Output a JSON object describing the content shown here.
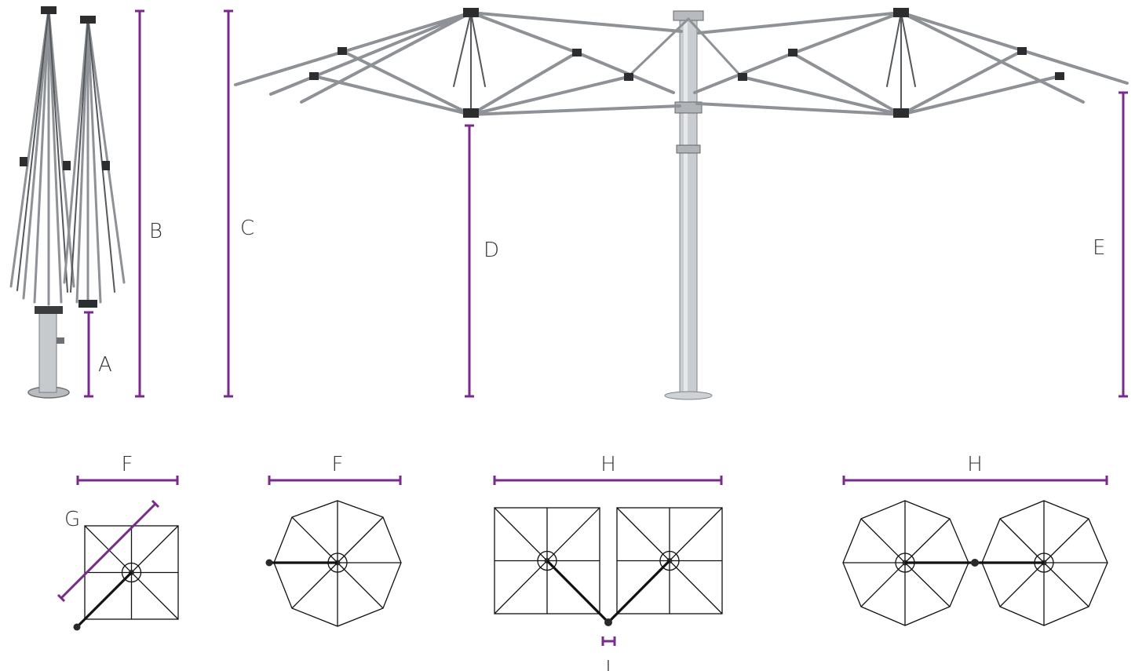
{
  "colors": {
    "dimension_line": "#7a2a8c",
    "frame": "#8e9296",
    "frame_dark": "#55585c",
    "plan_line": "#111111"
  },
  "labels": {
    "A": "A",
    "B": "B",
    "C": "C",
    "D": "D",
    "E": "E",
    "F1": "F",
    "F2": "F",
    "G": "G",
    "H1": "H",
    "H2": "H",
    "I": "I"
  }
}
